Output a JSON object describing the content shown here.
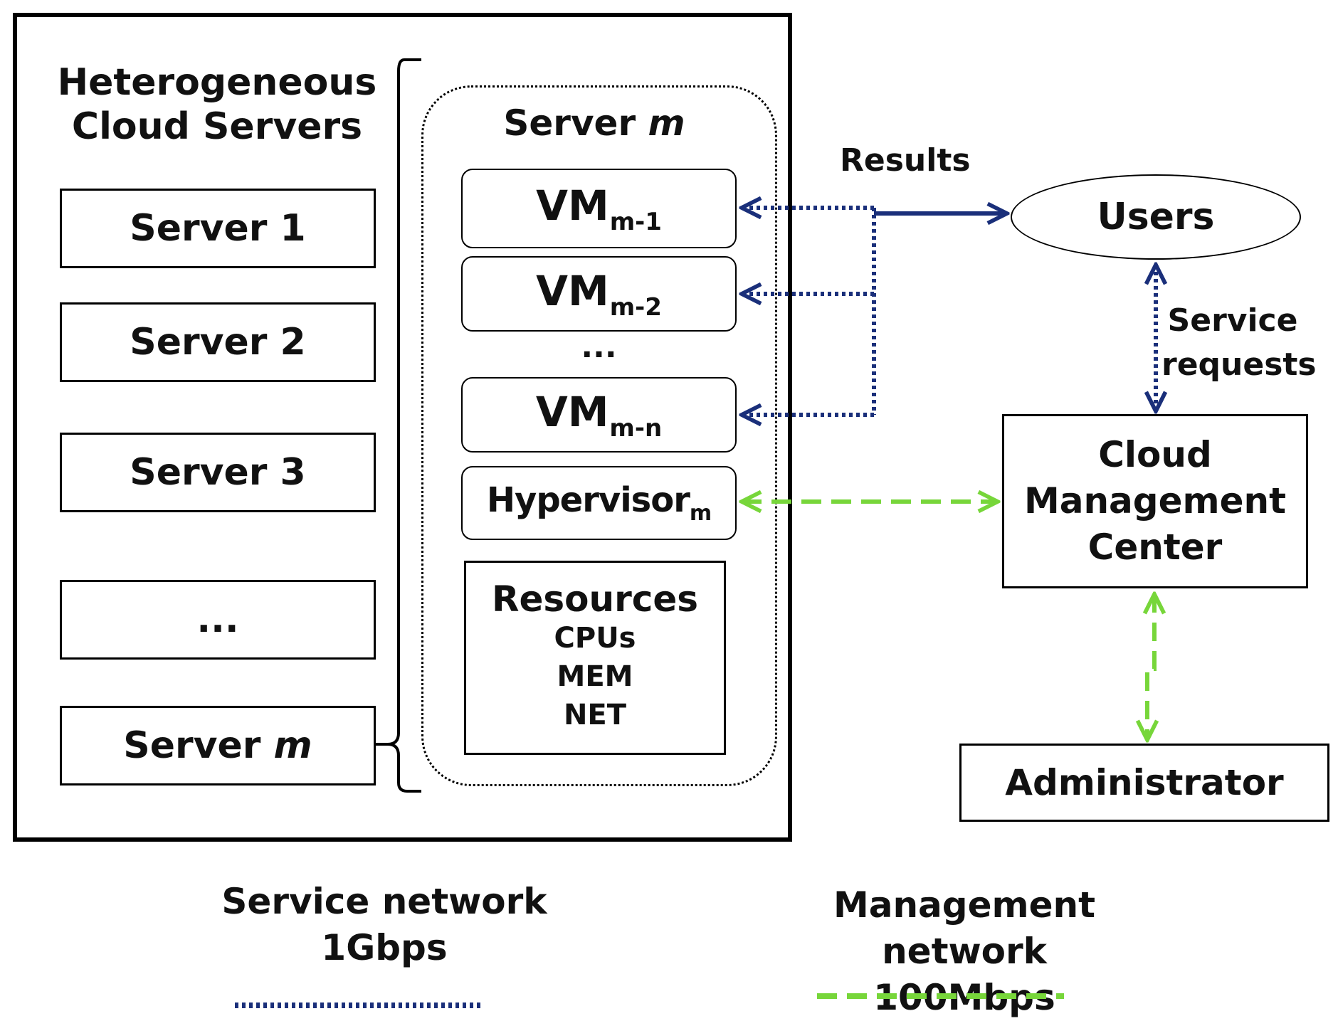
{
  "cluster": {
    "title_line1": "Heterogeneous",
    "title_line2": "Cloud Servers",
    "servers": [
      "Server 1",
      "Server 2",
      "Server 3",
      "...",
      "Server"
    ],
    "server_m_suffix": "m"
  },
  "server_m": {
    "title": "Server",
    "title_suffix": "m",
    "vms": [
      {
        "main": "VM",
        "sub": "m-1"
      },
      {
        "main": "VM",
        "sub": "m-2"
      },
      {
        "main": "VM",
        "sub": "m-n"
      }
    ],
    "vm_ellipsis": "...",
    "hypervisor": {
      "main": "Hypervisor",
      "sub": "m"
    },
    "resources": {
      "title": "Resources",
      "items": [
        "CPUs",
        "MEM",
        "NET"
      ]
    }
  },
  "labels": {
    "results": "Results",
    "users": "Users",
    "service_requests_line1": "Service",
    "service_requests_line2": "requests",
    "cmc_line1": "Cloud",
    "cmc_line2": "Management",
    "cmc_line3": "Center",
    "administrator": "Administrator"
  },
  "legend": {
    "service_line1": "Service network",
    "service_line2": "1Gbps",
    "management_line1": "Management network",
    "management_line2": "100Mbps"
  },
  "colors": {
    "service_network": "#1a2f7a",
    "management_network": "#77d63a"
  }
}
